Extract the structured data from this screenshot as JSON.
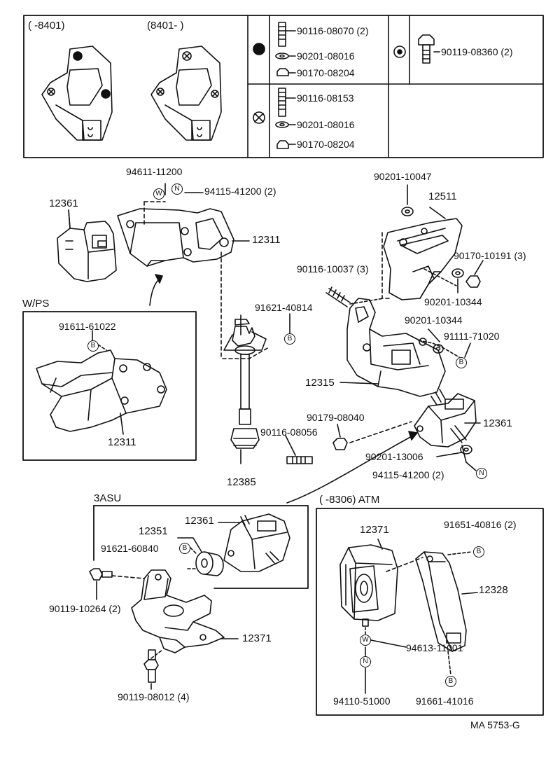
{
  "diagram_code": "MA 5753-G",
  "legend": {
    "header_left": "(       -8401)",
    "header_right": "(8401-        )",
    "group_solid": {
      "symbol": "solid-dot-icon",
      "parts": [
        "90116-08070 (2)",
        "90201-08016",
        "90170-08204"
      ]
    },
    "group_x": {
      "symbol": "circle-x-icon",
      "parts": [
        "90116-08153",
        "90201-08016",
        "90170-08204"
      ]
    },
    "group_ring": {
      "symbol": "ring-dot-icon",
      "parts": [
        "90119-08360 (2)"
      ]
    }
  },
  "sections": {
    "wps": "W/PS",
    "asu": "3ASU",
    "atm": "(       -8306) ATM"
  },
  "symbols": {
    "W": "W",
    "N": "N",
    "B": "B"
  },
  "callouts": {
    "p94611_11200": "94611-11200",
    "p94115_41200_2_top": "94115-41200 (2)",
    "p12361_top": "12361",
    "p12311_top": "12311",
    "p90201_10047": "90201-10047",
    "p12511": "12511",
    "p90170_10191": "90170-10191 (3)",
    "p90116_10037": "90116-10037 (3)",
    "p90201_10344_a": "90201-10344",
    "p91621_40814": "91621-40814",
    "p90201_10344_b": "90201-10344",
    "p91111_71020": "91111-71020",
    "p91611_61022": "91611-61022",
    "p12311_wps": "12311",
    "p12315": "12315",
    "p90179_08040": "90179-08040",
    "p90116_08056": "90116-08056",
    "p12361_mid": "12361",
    "p90201_13006": "90201-13006",
    "p94115_41200_2_mid": "94115-41200 (2)",
    "p12385": "12385",
    "p12361_asu": "12361",
    "p12351": "12351",
    "p91621_60840": "91621-60840",
    "p90119_10264": "90119-10264 (2)",
    "p12371_bottom": "12371",
    "p90119_08012": "90119-08012 (4)",
    "p12371_atm": "12371",
    "p91651_40816": "91651-40816 (2)",
    "p12328": "12328",
    "p94613_11001": "94613-11001",
    "p94110_51000": "94110-51000",
    "p91661_41016": "91661-41016"
  }
}
